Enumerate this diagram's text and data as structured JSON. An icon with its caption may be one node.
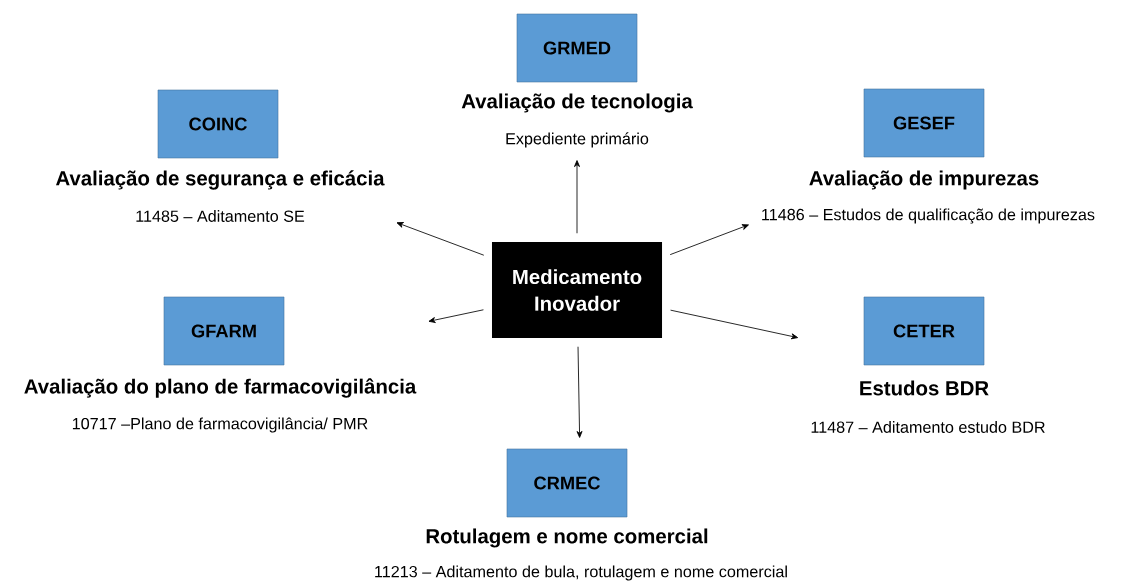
{
  "diagram": {
    "nodes": [
      {
        "text": [
          "GRMED",
          "Avaliação de tecnologia",
          "Expediente primário"
        ]
      },
      {
        "text": [
          "COINC",
          "Avaliação de segurança e eficácia",
          "11485 – Aditamento SE"
        ]
      },
      {
        "text": [
          "GESEF",
          "Avaliação de impurezas",
          "11486 – Estudos de qualificação de impurezas"
        ]
      },
      {
        "text": [
          "Medicamento Inovador"
        ]
      },
      {
        "text": [
          "GFARM",
          "Avaliação do plano de farmacovigilância",
          "10717 –Plano de farmacovigilância/ PMR"
        ]
      },
      {
        "text": [
          "CETER",
          "Estudos BDR",
          "11487 – Aditamento estudo BDR"
        ]
      },
      {
        "text": [
          "CRMEC",
          "Rotulagem e nome comercial",
          "11213 – Aditamento de bula, rotulagem e nome comercial"
        ]
      }
    ],
    "edges": [
      {
        "from": 3,
        "to": 0,
        "arrow": "to"
      },
      {
        "from": 3,
        "to": 1,
        "arrow": "to"
      },
      {
        "from": 3,
        "to": 2,
        "arrow": "to"
      },
      {
        "from": 3,
        "to": 4,
        "arrow": "to"
      },
      {
        "from": 3,
        "to": 5,
        "arrow": "to"
      },
      {
        "from": 3,
        "to": 6,
        "arrow": "to"
      }
    ]
  }
}
